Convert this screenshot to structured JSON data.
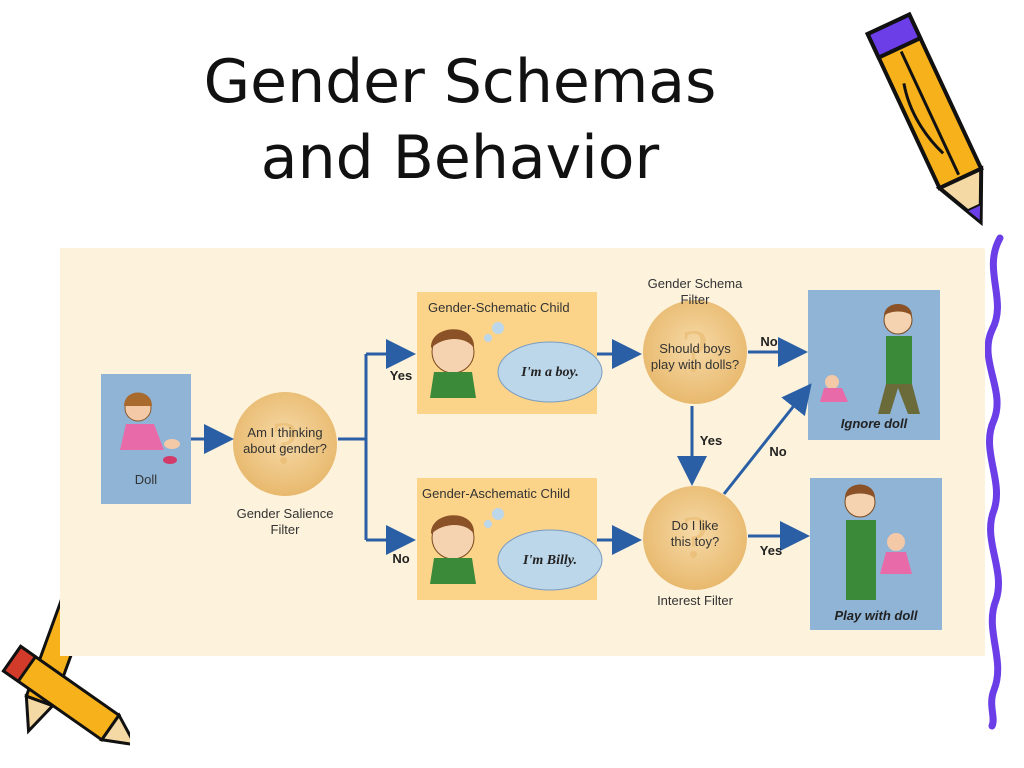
{
  "slide": {
    "title_line1": "Gender Schemas",
    "title_line2": "and Behavior"
  },
  "diagram": {
    "doll_label": "Doll",
    "salience_question": [
      "Am I thinking",
      "about gender?"
    ],
    "salience_filter": [
      "Gender Salience",
      "Filter"
    ],
    "schematic_title": "Gender-Schematic Child",
    "schematic_thought": "I'm a boy.",
    "aschematic_title": "Gender-Aschematic Child",
    "aschematic_thought": "I'm Billy.",
    "schema_filter": [
      "Gender Schema",
      "Filter"
    ],
    "schema_question": [
      "Should boys",
      "play with dolls?"
    ],
    "interest_question": [
      "Do I like",
      "this toy?"
    ],
    "interest_filter": "Interest Filter",
    "outcome_ignore": "Ignore doll",
    "outcome_play": "Play with doll",
    "yes": "Yes",
    "no": "No"
  },
  "colors": {
    "panel_bg": "#fdf3dc",
    "box_blue": "#8fb4d6",
    "box_orange": "#fbd48a",
    "arrow": "#2a5fa6",
    "filter_circle": "#f0c98a",
    "thought_cloud": "#bcd6ea",
    "border_purple": "#6b3ee8"
  }
}
